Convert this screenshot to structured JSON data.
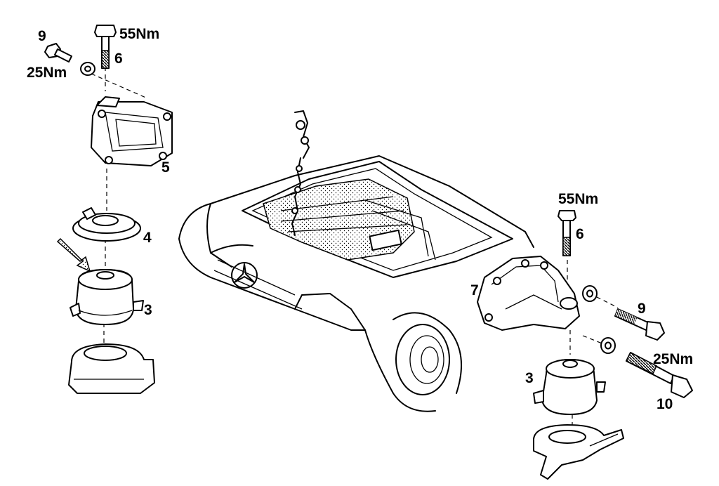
{
  "labels": {
    "torque_top_left": "55Nm",
    "torque_left_25": "25Nm",
    "part_9_left": "9",
    "part_6_left": "6",
    "part_5": "5",
    "part_4": "4",
    "part_3_left": "3",
    "torque_right_55": "55Nm",
    "part_6_right": "6",
    "part_7": "7",
    "part_9_right": "9",
    "torque_right_25": "25Nm",
    "part_3_right": "3",
    "part_10": "10"
  }
}
